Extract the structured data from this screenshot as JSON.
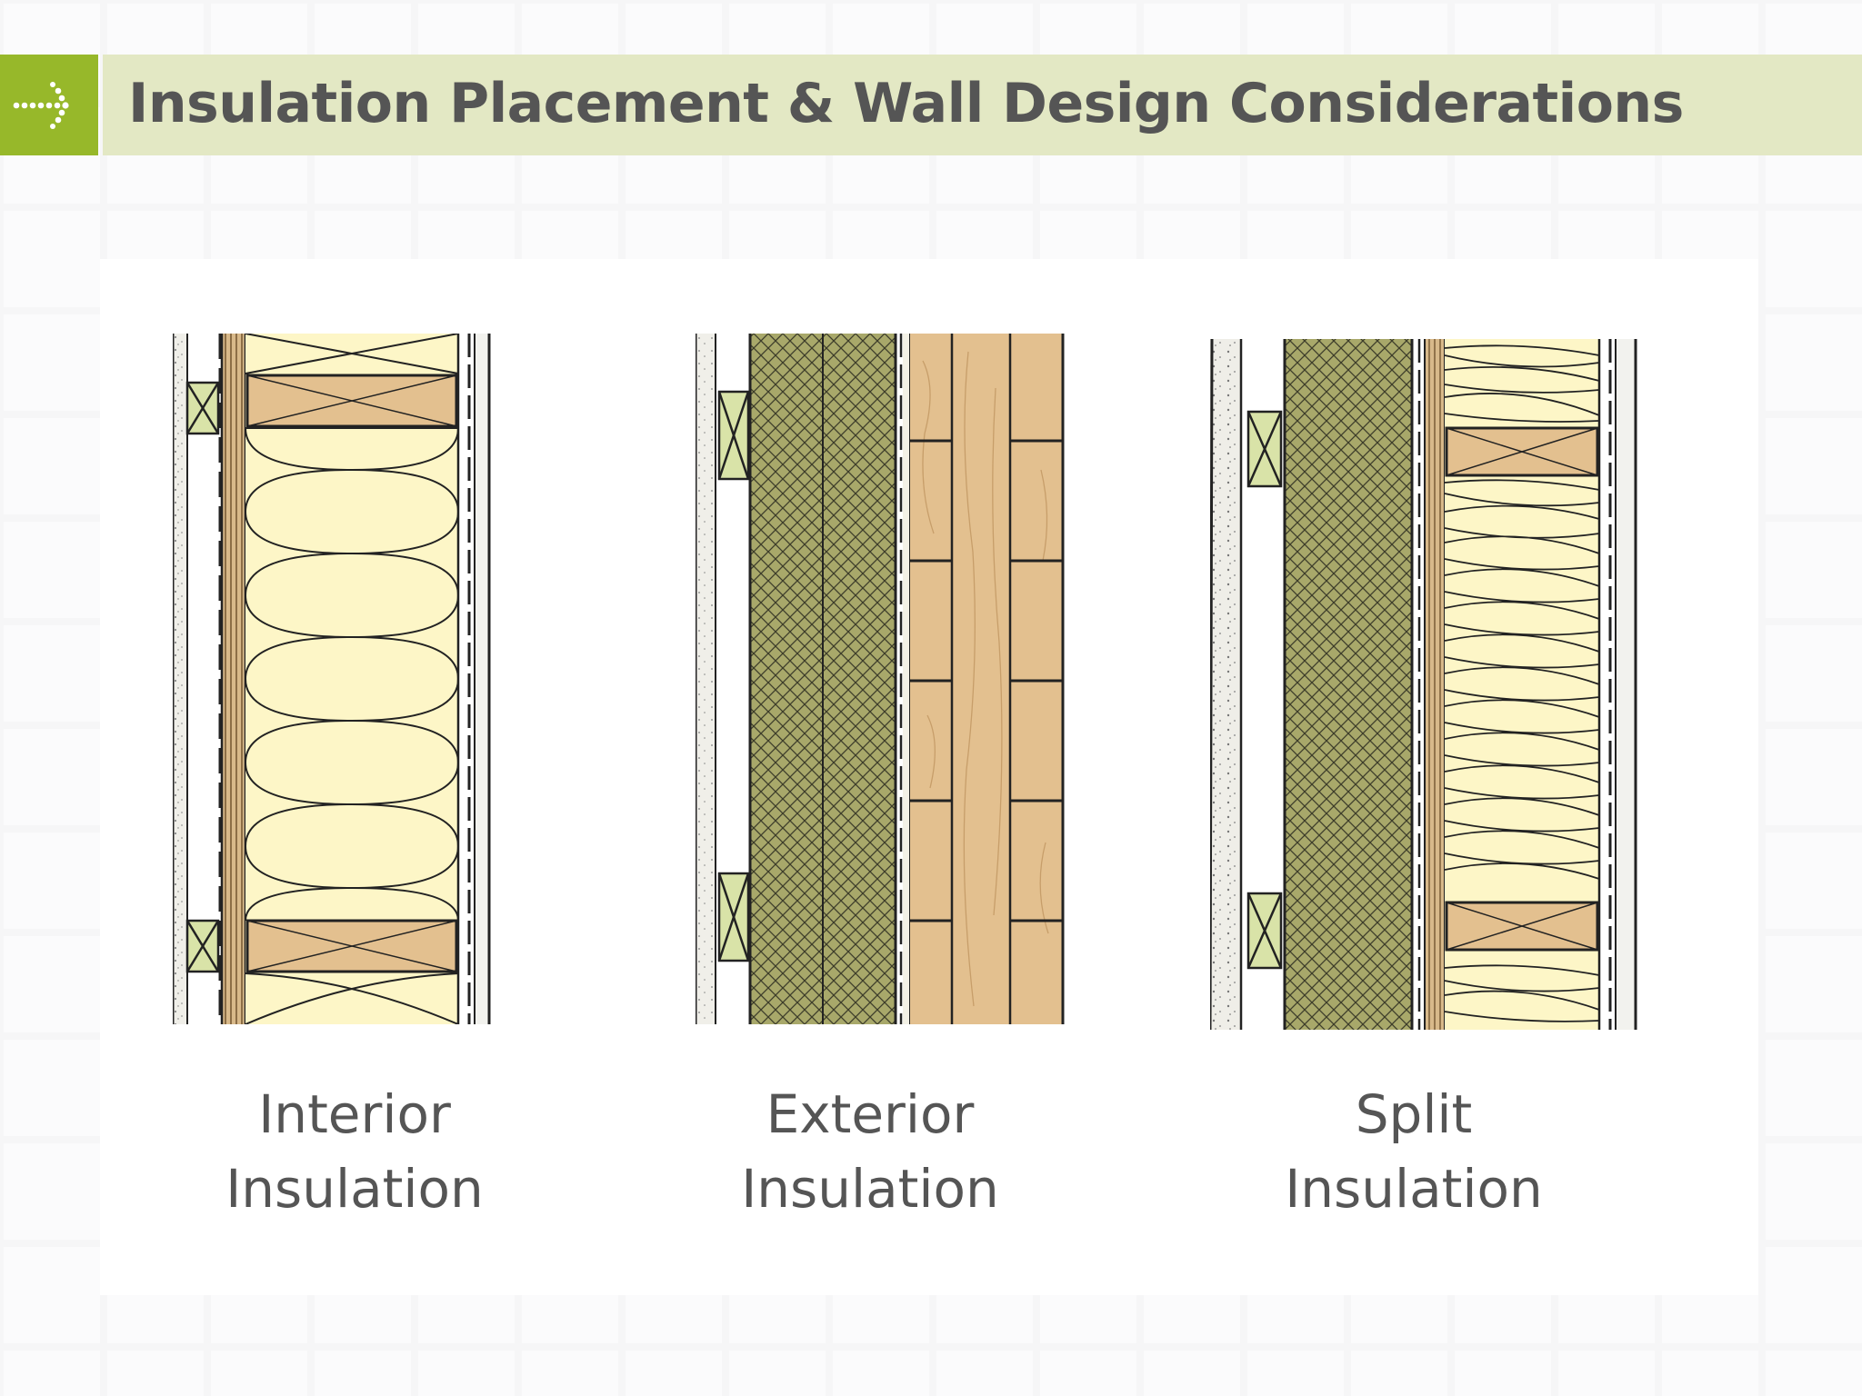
{
  "title": "Insulation Placement & Wall Design Considerations",
  "icons": {
    "tab": "dotted-arrow-right-icon"
  },
  "colors": {
    "accent": "#97b82a",
    "title_band": "#e3e8c4",
    "batt_insulation": "#fdf6c7",
    "rigid_insulation": "#a8a86a",
    "wood": "#e3c08f",
    "text": "#555555"
  },
  "sections": [
    {
      "id": "interior",
      "caption_line1": "Interior",
      "caption_line2": "Insulation"
    },
    {
      "id": "exterior",
      "caption_line1": "Exterior",
      "caption_line2": "Insulation"
    },
    {
      "id": "split",
      "caption_line1": "Split",
      "caption_line2": "Insulation"
    }
  ]
}
